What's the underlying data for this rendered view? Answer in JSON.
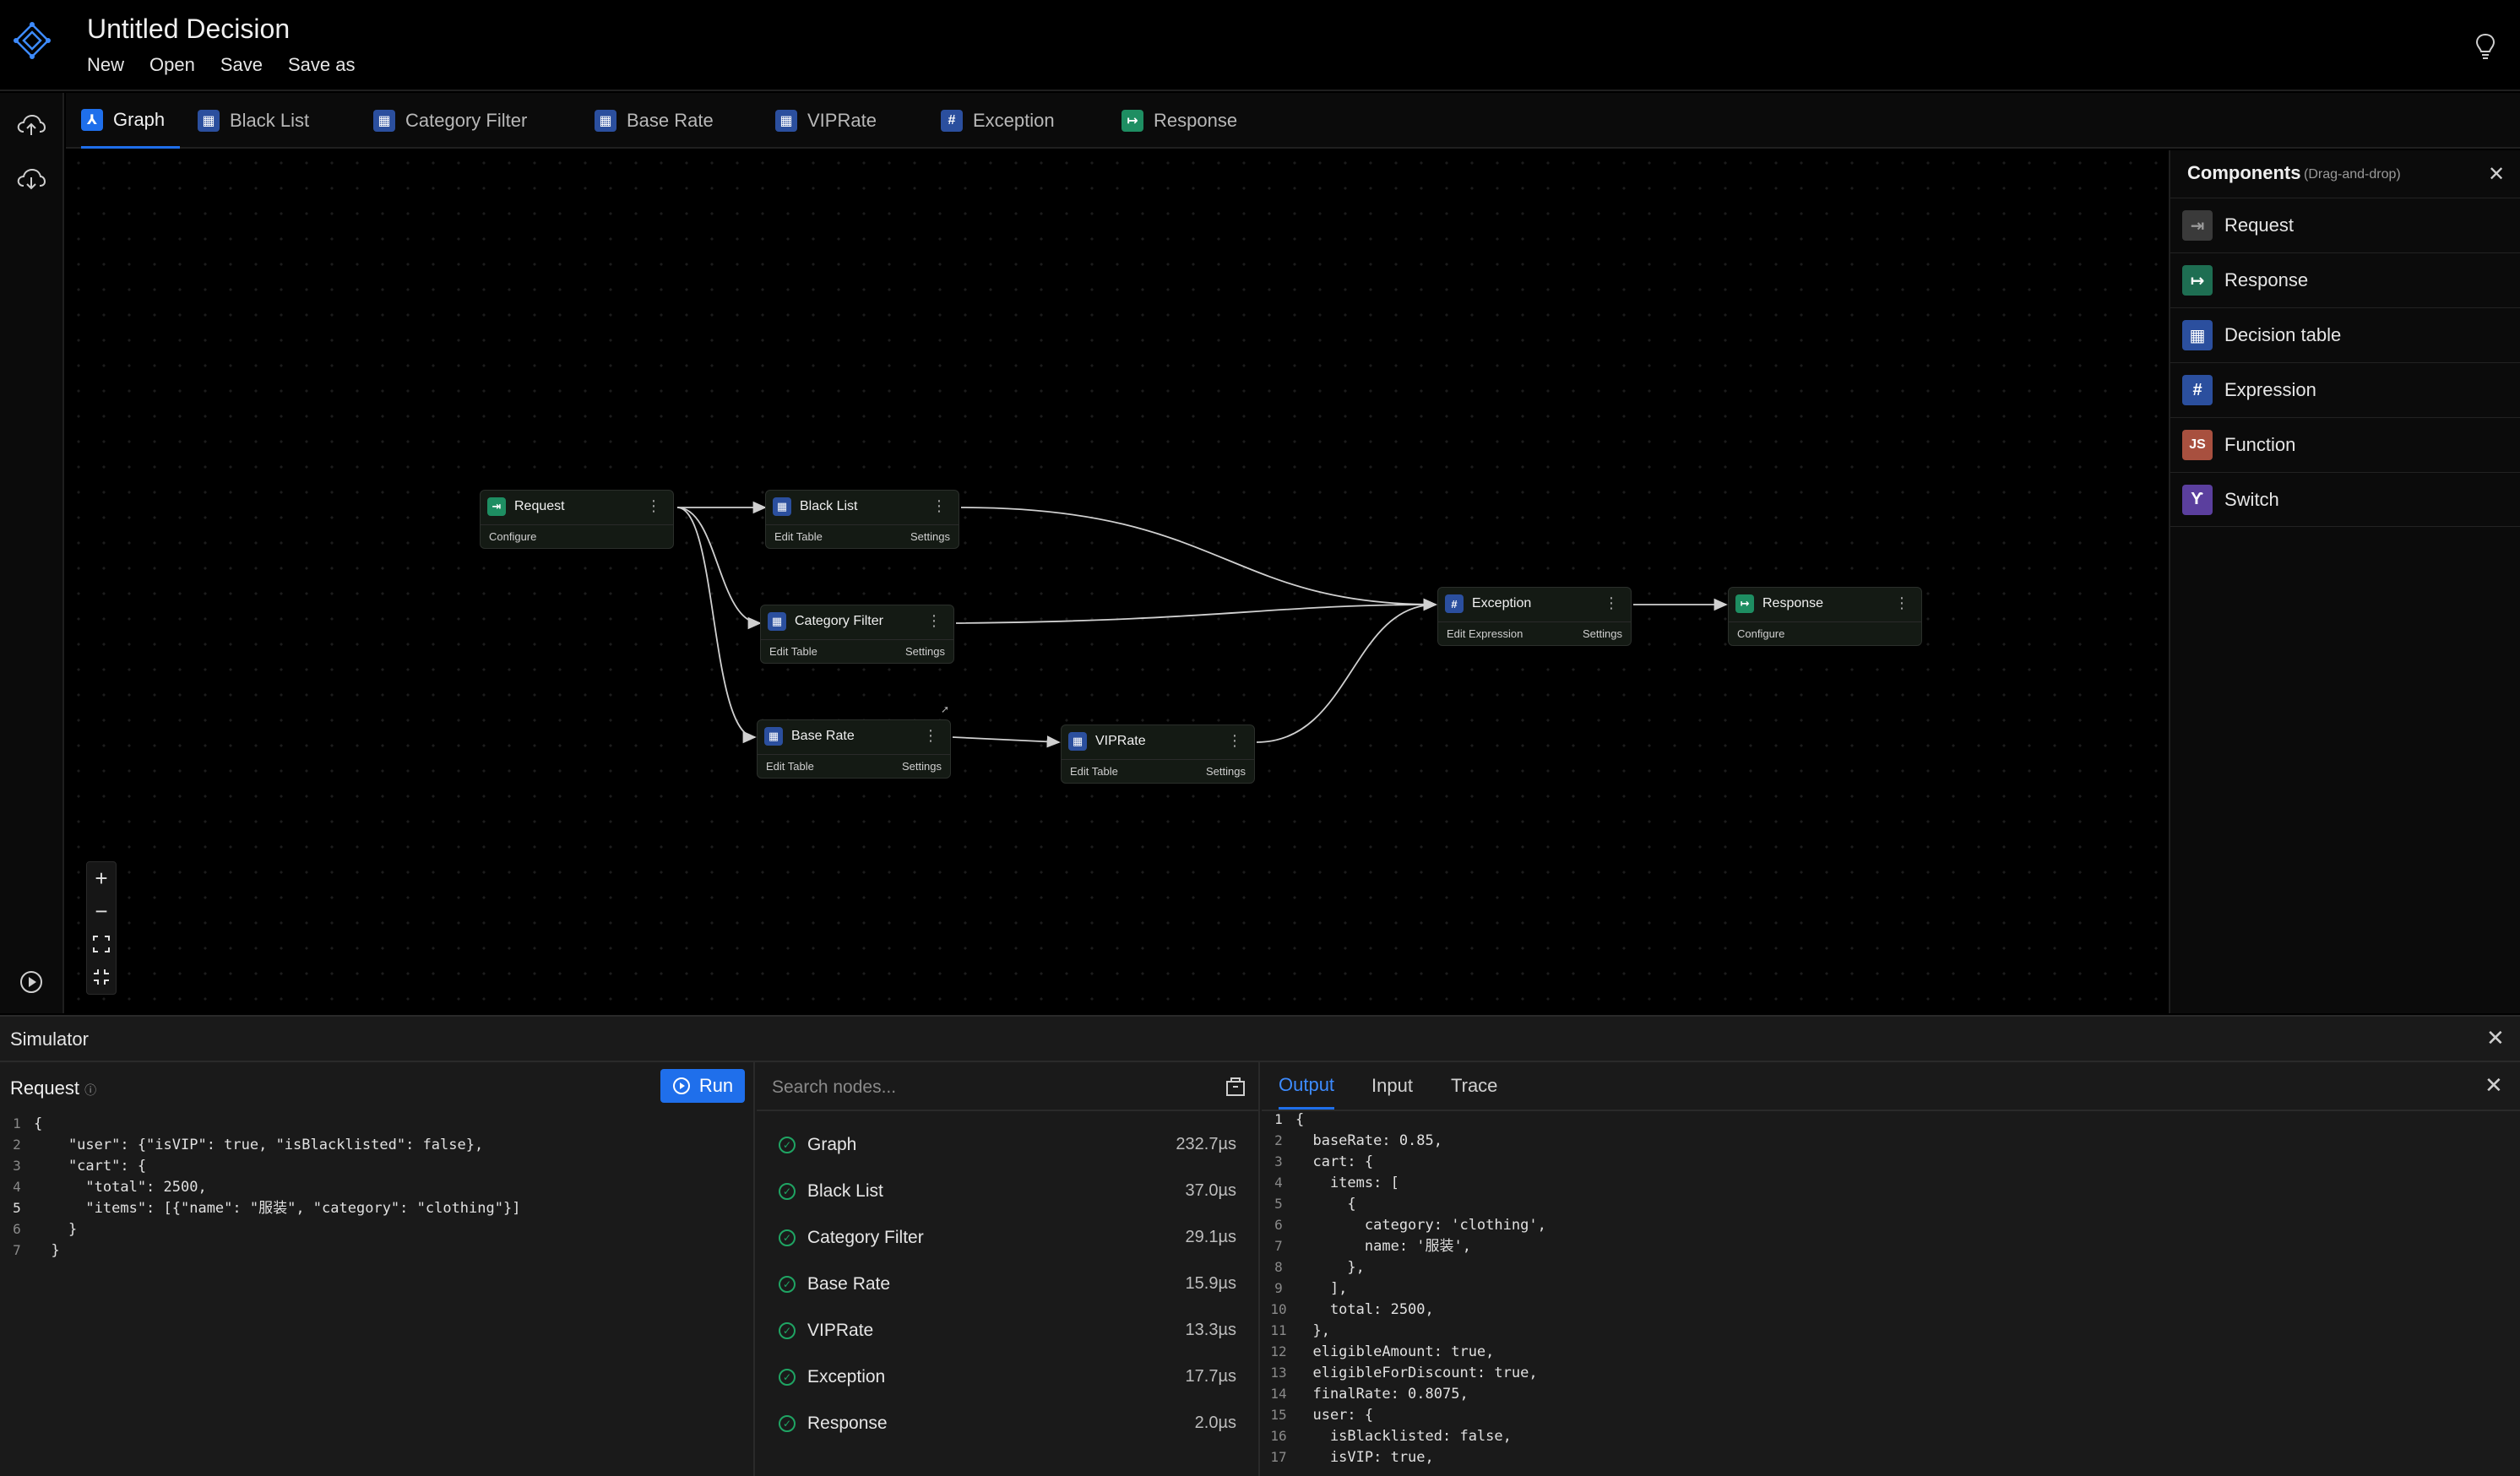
{
  "header": {
    "title": "Untitled Decision",
    "menu": [
      "New",
      "Open",
      "Save",
      "Save as"
    ]
  },
  "tabs": [
    {
      "label": "Graph",
      "icon": "graph-icon"
    },
    {
      "label": "Black List",
      "icon": "table-icon"
    },
    {
      "label": "Category Filter",
      "icon": "table-icon"
    },
    {
      "label": "Base Rate",
      "icon": "table-icon"
    },
    {
      "label": "VIPRate",
      "icon": "table-icon"
    },
    {
      "label": "Exception",
      "icon": "expression-icon"
    },
    {
      "label": "Response",
      "icon": "response-icon"
    }
  ],
  "graph": {
    "nodes": [
      {
        "id": "request",
        "label": "Request",
        "left": "Configure",
        "right": ""
      },
      {
        "id": "blacklist",
        "label": "Black List",
        "left": "Edit Table",
        "right": "Settings"
      },
      {
        "id": "category",
        "label": "Category Filter",
        "left": "Edit Table",
        "right": "Settings"
      },
      {
        "id": "baserate",
        "label": "Base Rate",
        "left": "Edit Table",
        "right": "Settings"
      },
      {
        "id": "viprate",
        "label": "VIPRate",
        "left": "Edit Table",
        "right": "Settings"
      },
      {
        "id": "exception",
        "label": "Exception",
        "left": "Edit Expression",
        "right": "Settings"
      },
      {
        "id": "response",
        "label": "Response",
        "left": "Configure",
        "right": ""
      }
    ]
  },
  "components": {
    "title": "Components",
    "hint": "(Drag-and-drop)",
    "items": [
      {
        "label": "Request",
        "color": "#3a3a3a"
      },
      {
        "label": "Response",
        "color": "#1e6e52"
      },
      {
        "label": "Decision table",
        "color": "#2b4f9e"
      },
      {
        "label": "Expression",
        "color": "#2b4f9e"
      },
      {
        "label": "Function",
        "color": "#a8503f"
      },
      {
        "label": "Switch",
        "color": "#5b3f9e"
      }
    ]
  },
  "simulator": {
    "title": "Simulator",
    "request_label": "Request",
    "run_label": "Run",
    "search_placeholder": "Search nodes...",
    "request_lines": [
      "{",
      "    \"user\": {\"isVIP\": true, \"isBlacklisted\": false},",
      "    \"cart\": {",
      "      \"total\": 2500,",
      "      \"items\": [{\"name\": \"服装\", \"category\": \"clothing\"}]",
      "    }",
      "  }"
    ],
    "trace": [
      {
        "name": "Graph",
        "time": "232.7µs"
      },
      {
        "name": "Black List",
        "time": "37.0µs"
      },
      {
        "name": "Category Filter",
        "time": "29.1µs"
      },
      {
        "name": "Base Rate",
        "time": "15.9µs"
      },
      {
        "name": "VIPRate",
        "time": "13.3µs"
      },
      {
        "name": "Exception",
        "time": "17.7µs"
      },
      {
        "name": "Response",
        "time": "2.0µs"
      }
    ],
    "output_tabs": [
      "Output",
      "Input",
      "Trace"
    ],
    "output_lines": [
      "{",
      "  baseRate: 0.85,",
      "  cart: {",
      "    items: [",
      "      {",
      "        category: 'clothing',",
      "        name: '服装',",
      "      },",
      "    ],",
      "    total: 2500,",
      "  },",
      "  eligibleAmount: true,",
      "  eligibleForDiscount: true,",
      "  finalRate: 0.8075,",
      "  user: {",
      "    isBlacklisted: false,",
      "    isVIP: true,"
    ]
  }
}
